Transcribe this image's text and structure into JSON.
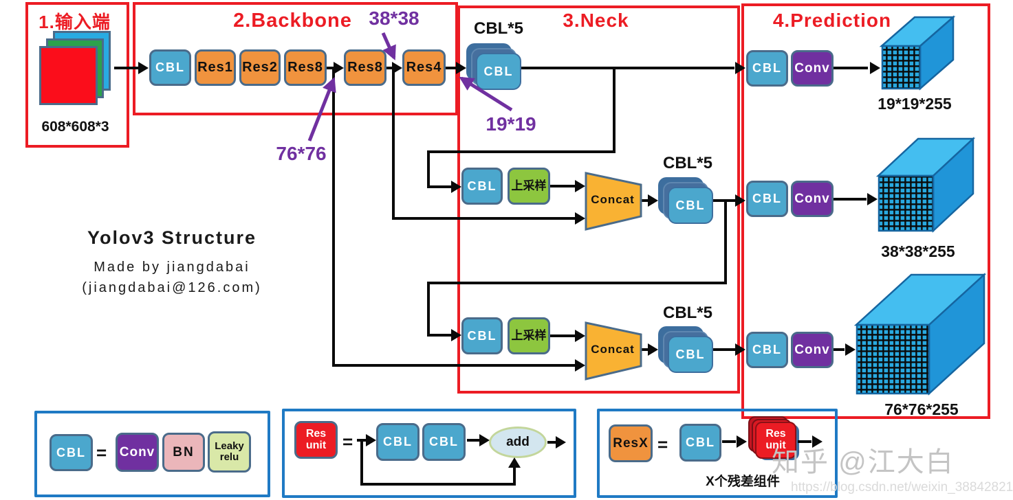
{
  "info": {
    "title": "Yolov3 Structure",
    "line2": "Made by jiangdabai",
    "line3": "(jiangdabai@126.com)"
  },
  "colors": {
    "section_border_red": "#EC1C24",
    "purple_accent": "#7030A0",
    "cbl_blue": "#4BA7CD",
    "res_orange": "#F0933E",
    "conv_purple": "#7030A0",
    "bn_pink": "#EBB6BA",
    "leaky_green": "#D9E8A8",
    "upsample_green": "#8DC63F",
    "concat_yellow": "#F9B233",
    "stack_back_blue": "#3D6E9E",
    "cube_blue": "#29A9E0",
    "legend_border_blue": "#1F7AC4",
    "block_border_slate": "#4A6B8A",
    "res_unit_red": "#EC1C24"
  },
  "input": {
    "section_label": "1.输入端",
    "size_label": "608*608*3"
  },
  "backbone": {
    "section_label": "2.Backbone",
    "blocks": [
      {
        "label": "CBL"
      },
      {
        "label": "Res1"
      },
      {
        "label": "Res2"
      },
      {
        "label": "Res8"
      },
      {
        "label": "Res8"
      },
      {
        "label": "Res4"
      }
    ]
  },
  "annotations": {
    "scale76": "76*76",
    "scale38": "38*38",
    "scale19": "19*19"
  },
  "neck": {
    "section_label": "3.Neck",
    "row1": {
      "stack_caption": "CBL*5",
      "stack_label": "CBL"
    },
    "row2": {
      "cbl": "CBL",
      "upsample": "上采样",
      "concat": "Concat",
      "stack_caption": "CBL*5",
      "stack_label": "CBL"
    },
    "row3": {
      "cbl": "CBL",
      "upsample": "上采样",
      "concat": "Concat",
      "stack_caption": "CBL*5",
      "stack_label": "CBL"
    }
  },
  "prediction": {
    "section_label": "4.Prediction",
    "rows": [
      {
        "cbl": "CBL",
        "conv": "Conv",
        "output": "19*19*255"
      },
      {
        "cbl": "CBL",
        "conv": "Conv",
        "output": "38*38*255"
      },
      {
        "cbl": "CBL",
        "conv": "Conv",
        "output": "76*76*255"
      }
    ]
  },
  "legend_cbl": {
    "lhs": "CBL",
    "eq": "=",
    "conv": "Conv",
    "bn": "BN",
    "leaky": "Leaky\nrelu"
  },
  "legend_res_unit": {
    "lhs": "Res\nunit",
    "eq": "=",
    "cbl1": "CBL",
    "cbl2": "CBL",
    "add": "add"
  },
  "legend_resx": {
    "lhs": "ResX",
    "eq": "=",
    "cbl": "CBL",
    "stack": "Res\nunit",
    "caption": "X个残差组件"
  },
  "watermark": {
    "credit": "知乎 @江大白",
    "url": "https://blog.csdn.net/weixin_38842821"
  }
}
